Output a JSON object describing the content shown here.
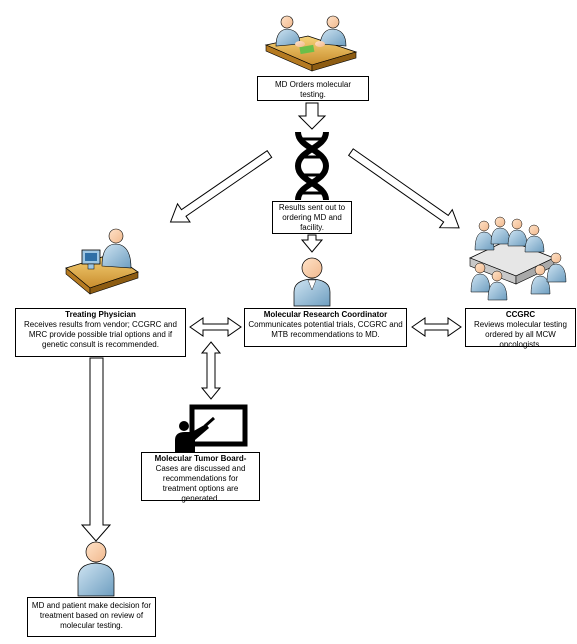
{
  "nodes": {
    "md_orders": {
      "text": "MD Orders molecular testing."
    },
    "results_sent": {
      "text": "Results sent out to ordering MD and facility."
    },
    "treating_physician": {
      "title": "Treating Physician",
      "text": "Receives results from vendor; CCGRC and MRC provide possible trial options and if genetic consult is recommended."
    },
    "mrc": {
      "title": "Molecular Research Coordinator",
      "text": "Communicates potential trials, CCGRC and MTB recommendations to MD."
    },
    "ccgrc": {
      "title": "CCGRC",
      "text": "Reviews molecular testing ordered by all MCW oncologists."
    },
    "mtb": {
      "title": "Molecular Tumor Board-",
      "text": "Cases are discussed and recommendations for treatment options are generated."
    },
    "decision": {
      "text": "MD and patient make decision for treatment based on review of molecular testing."
    }
  },
  "icons": [
    "meeting-icon",
    "dna-icon",
    "physician-desk-icon",
    "coordinator-person-icon",
    "board-meeting-icon",
    "presenter-board-icon",
    "patient-person-icon"
  ]
}
